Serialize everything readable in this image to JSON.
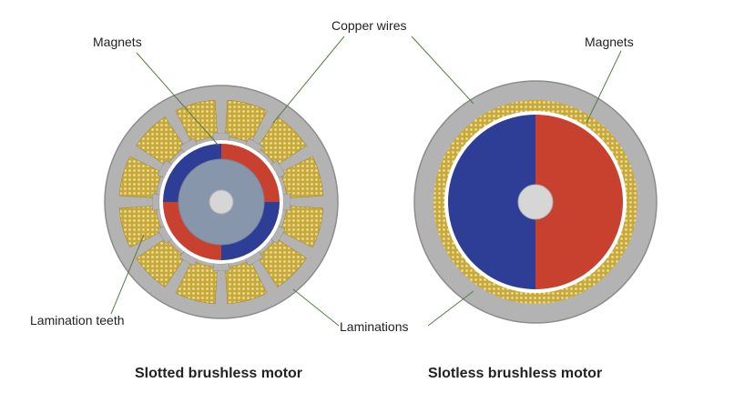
{
  "labels": {
    "magnets_left": "Magnets",
    "copper_wires": "Copper wires",
    "magnets_right": "Magnets",
    "lamination_teeth": "Lamination teeth",
    "laminations": "Laminations"
  },
  "captions": {
    "slotted": "Slotted brushless motor",
    "slotless": "Slotless brushless motor"
  },
  "colors": {
    "lamination": "#b3b3b3",
    "lamination_edge": "#8c8c8c",
    "gap": "#ffffff",
    "copper": "#c7a83a",
    "copper_dot": "#e8d68a",
    "magnet_north": "#2e3d96",
    "magnet_south": "#c8402e",
    "rotor": "#8796ab",
    "shaft": "#d6d6d6",
    "leader": "#5a7a4a"
  },
  "slotted_motor": {
    "slot_count": 12,
    "magnet_poles": 4
  },
  "slotless_motor": {
    "magnet_poles": 2
  }
}
